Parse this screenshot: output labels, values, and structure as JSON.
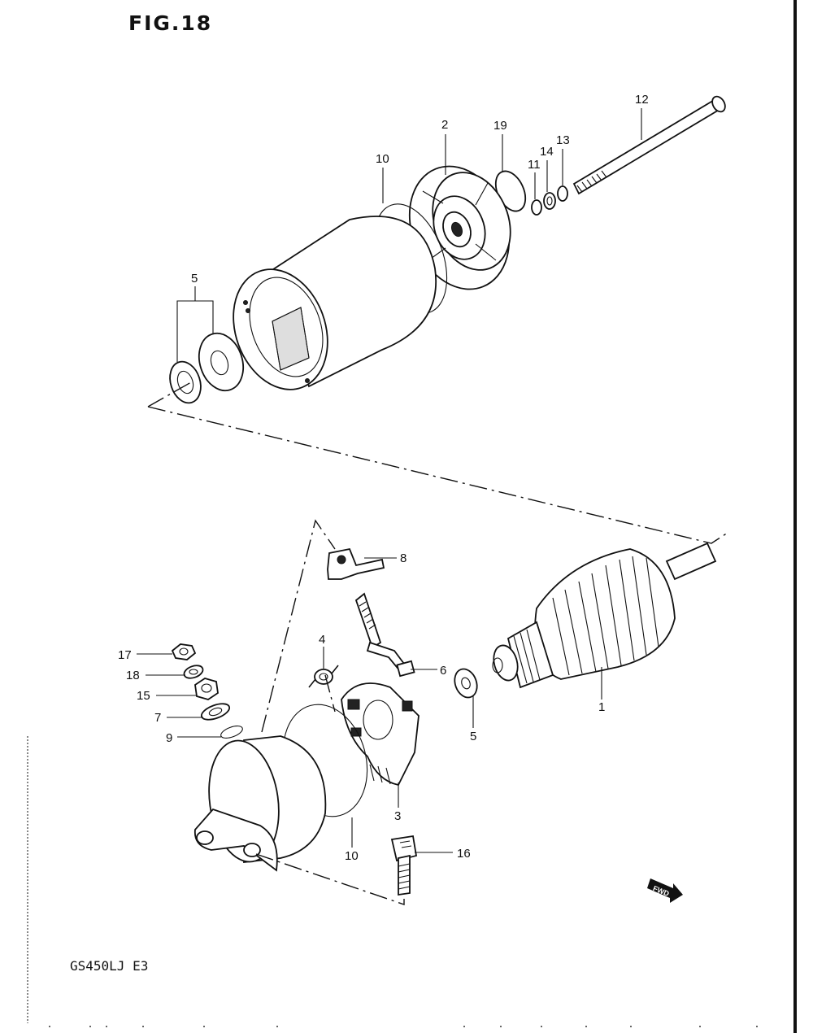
{
  "figure": {
    "title": "FIG.18",
    "model_code": "GS450LJ E3",
    "fwd_badge": "FWD"
  },
  "callouts": {
    "c1": "1",
    "c2": "2",
    "c3": "3",
    "c4": "4",
    "c5a": "5",
    "c5b": "5",
    "c6": "6",
    "c7": "7",
    "c8": "8",
    "c9": "9",
    "c10a": "10",
    "c10b": "10",
    "c11": "11",
    "c12": "12",
    "c13": "13",
    "c14": "14",
    "c15": "15",
    "c16": "16",
    "c17": "17",
    "c18": "18",
    "c19": "19"
  }
}
